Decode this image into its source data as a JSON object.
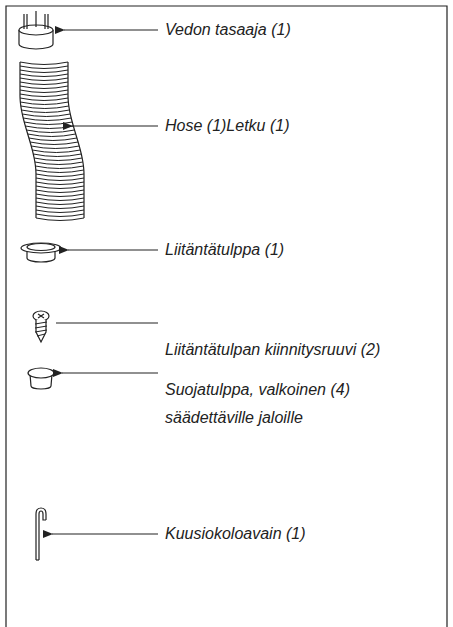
{
  "diagram": {
    "labels": [
      "Vedon tasaaja (1)",
      "Hose (1)Letku (1)",
      "Liitäntätulppa (1)",
      "Liitäntätulpan kiinnitysruuvi (2)",
      "Suojatulppa, valkoinen (4) säädettäville jaloille",
      "Kuusiokoloavain (1)"
    ]
  }
}
